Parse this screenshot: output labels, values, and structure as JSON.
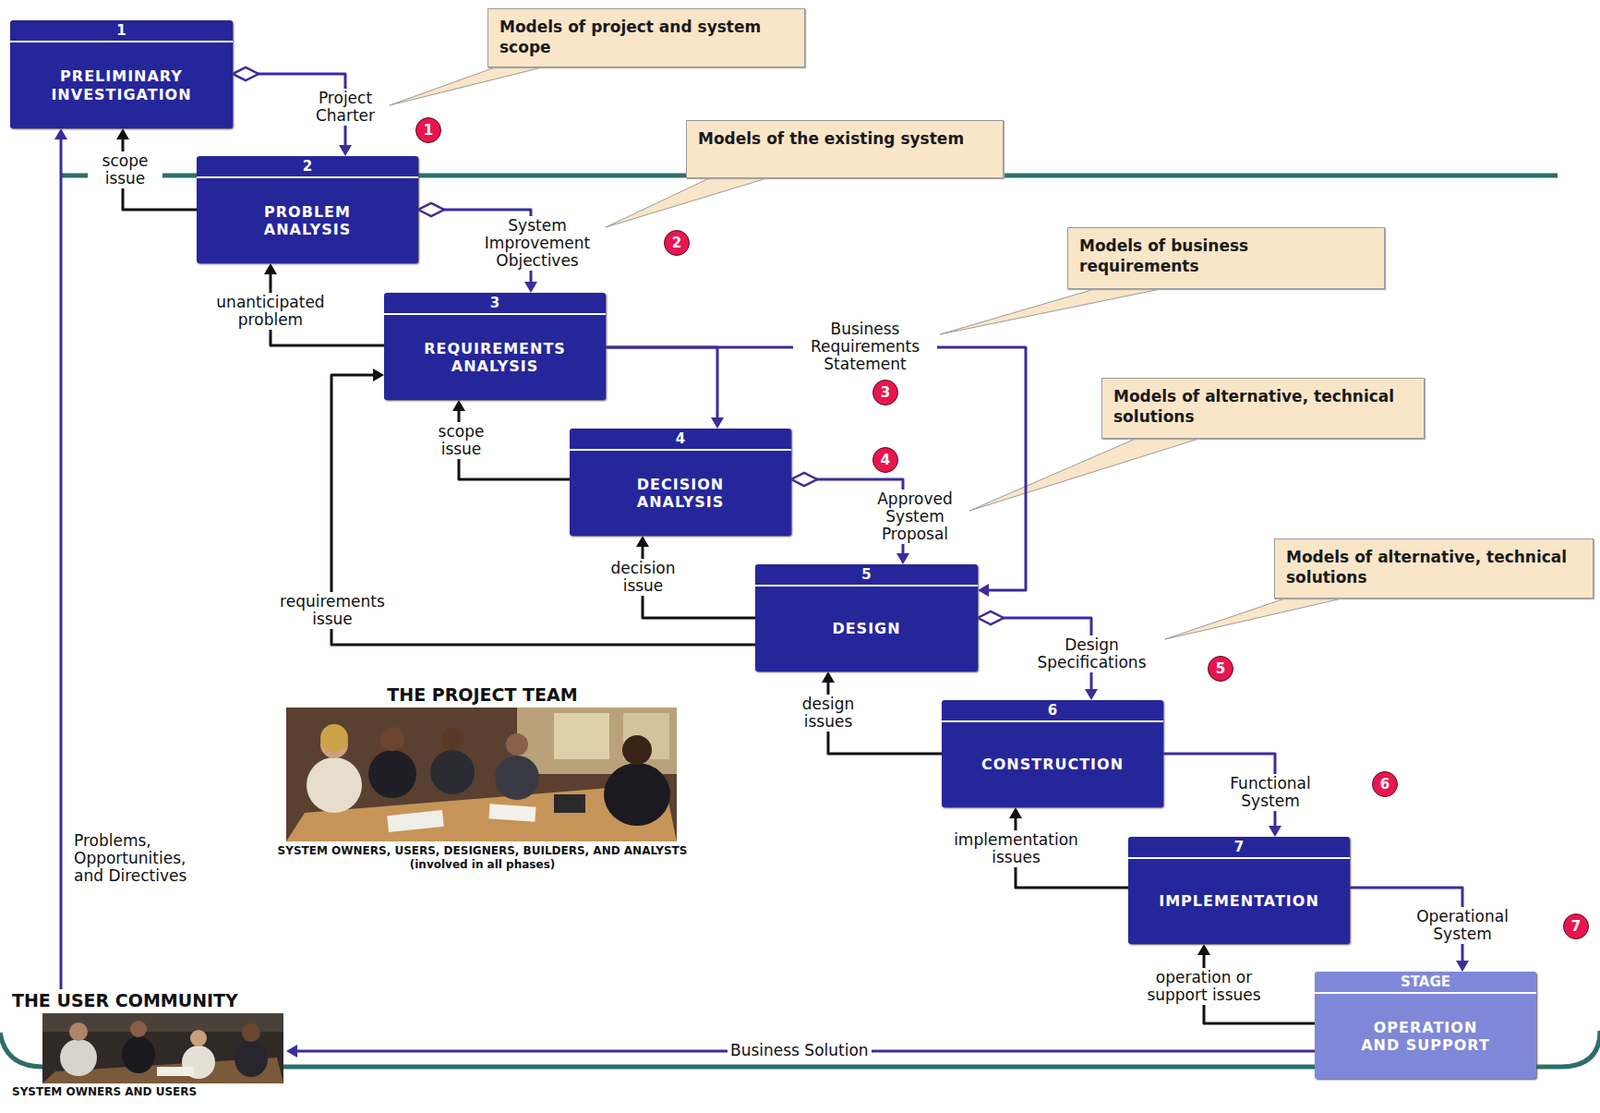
{
  "diagram": {
    "nodes": [
      {
        "text": [
          "1",
          "PRELIMINARY INVESTIGATION"
        ]
      },
      {
        "text": [
          "Models of project and system scope"
        ]
      },
      {
        "text": [
          "Models of the existing system"
        ]
      },
      {
        "text": [
          "2",
          "PROBLEM ANALYSIS"
        ]
      },
      {
        "text": [
          "Models of business requirements"
        ]
      },
      {
        "text": [
          "3",
          "REQUIREMENTS ANALYSIS"
        ]
      },
      {
        "text": [
          "Models of alternative, technical solutions"
        ]
      },
      {
        "text": [
          "4",
          "DECISION ANALYSIS"
        ]
      },
      {
        "text": [
          "5",
          "DESIGN"
        ]
      },
      {
        "text": [
          "Models of alternative, technical solutions"
        ]
      },
      {
        "text": [
          "THE PROJECT TEAM",
          "SYSTEM OWNERS, USERS, DESIGNERS, BUILDERS, AND ANALYSTS",
          "(involved in all phases)"
        ]
      },
      {
        "text": [
          "6",
          "CONSTRUCTION"
        ]
      },
      {
        "text": [
          "7",
          "IMPLEMENTATION"
        ]
      },
      {
        "text": [
          "THE USER COMMUNITY",
          "SYSTEM OWNERS AND USERS"
        ]
      },
      {
        "text": [
          "STAGE",
          "OPERATION AND SUPPORT"
        ]
      }
    ],
    "edges": [
      {
        "from": 0,
        "to": 3,
        "label": "Project Charter",
        "arrow": "to"
      },
      {
        "from": 3,
        "to": 0,
        "label": "scope issue",
        "arrow": "to"
      },
      {
        "from": 3,
        "to": 5,
        "label": "System Improvement Objectives",
        "arrow": "to"
      },
      {
        "from": 5,
        "to": 3,
        "label": "unanticipated problem",
        "arrow": "to"
      },
      {
        "from": 5,
        "to": 7,
        "arrow": "to"
      },
      {
        "from": 5,
        "to": 8,
        "label": "Business Requirements Statement",
        "arrow": "to"
      },
      {
        "from": 7,
        "to": 5,
        "label": "scope issue",
        "arrow": "to"
      },
      {
        "from": 7,
        "to": 8,
        "label": "Approved System Proposal",
        "arrow": "to"
      },
      {
        "from": 8,
        "to": 7,
        "label": "decision issue",
        "arrow": "to"
      },
      {
        "from": 8,
        "to": 5,
        "label": "requirements issue",
        "arrow": "to"
      },
      {
        "from": 8,
        "to": 11,
        "label": "Design Specifications",
        "arrow": "to"
      },
      {
        "from": 11,
        "to": 8,
        "label": "design issues",
        "arrow": "to"
      },
      {
        "from": 11,
        "to": 12,
        "label": "Functional System",
        "arrow": "to"
      },
      {
        "from": 12,
        "to": 11,
        "label": "implementation issues",
        "arrow": "to"
      },
      {
        "from": 12,
        "to": 14,
        "label": "Operational System",
        "arrow": "to"
      },
      {
        "from": 14,
        "to": 12,
        "label": "operation or support issues",
        "arrow": "to"
      },
      {
        "from": 14,
        "to": 13,
        "label": "Business Solution",
        "arrow": "to"
      },
      {
        "from": 13,
        "to": 0,
        "label": "Problems, Opportunities, and Directives",
        "arrow": "to"
      }
    ],
    "labels": [
      "1",
      "2",
      "3",
      "4",
      "5",
      "6",
      "7"
    ]
  }
}
